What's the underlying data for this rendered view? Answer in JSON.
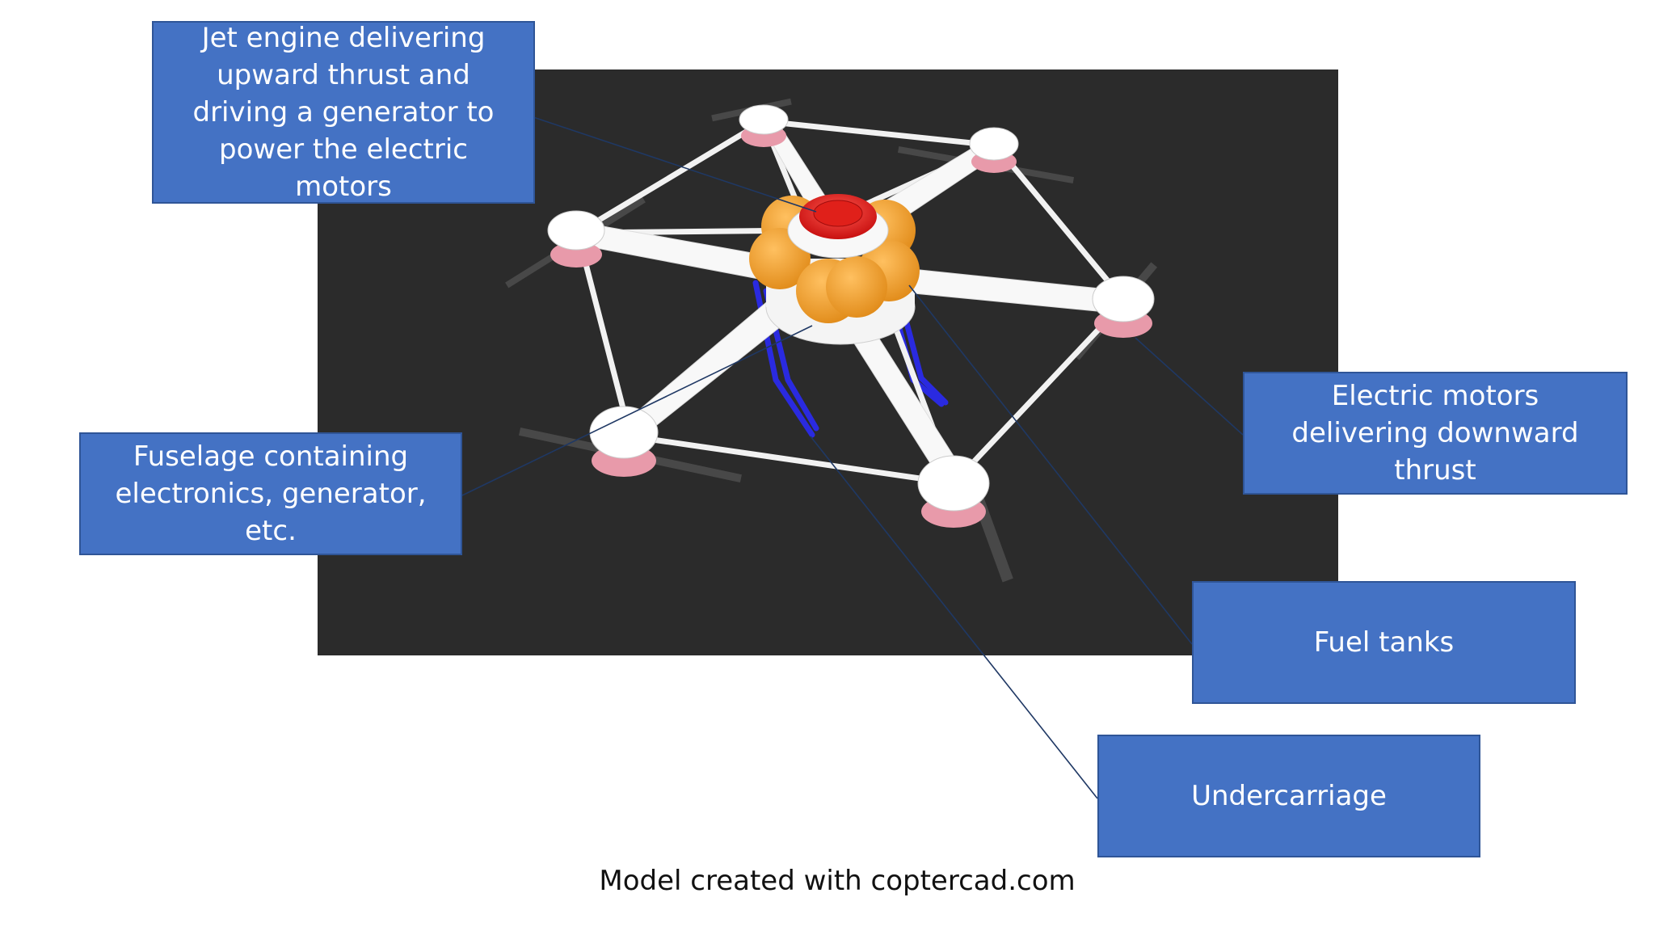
{
  "labels": {
    "jet_engine": "Jet engine delivering upward thrust and driving a generator to power the electric motors",
    "electric_motors": "Electric motors delivering downward thrust",
    "fuselage": "Fuselage containing electronics, generator, etc.",
    "fuel_tanks": "Fuel tanks",
    "undercarriage": "Undercarriage"
  },
  "caption": "Model created with coptercad.com",
  "colors": {
    "callout_fill": "#4472c4",
    "callout_border": "#2f5597",
    "leader_line": "#1f3864",
    "render_background": "#2b2b2b",
    "frame": "#f2f2f2",
    "jet_engine": "#e8261e",
    "fuel_tanks": "#f0a030",
    "undercarriage": "#2a2ae0",
    "motor_band": "#e89aaa"
  }
}
